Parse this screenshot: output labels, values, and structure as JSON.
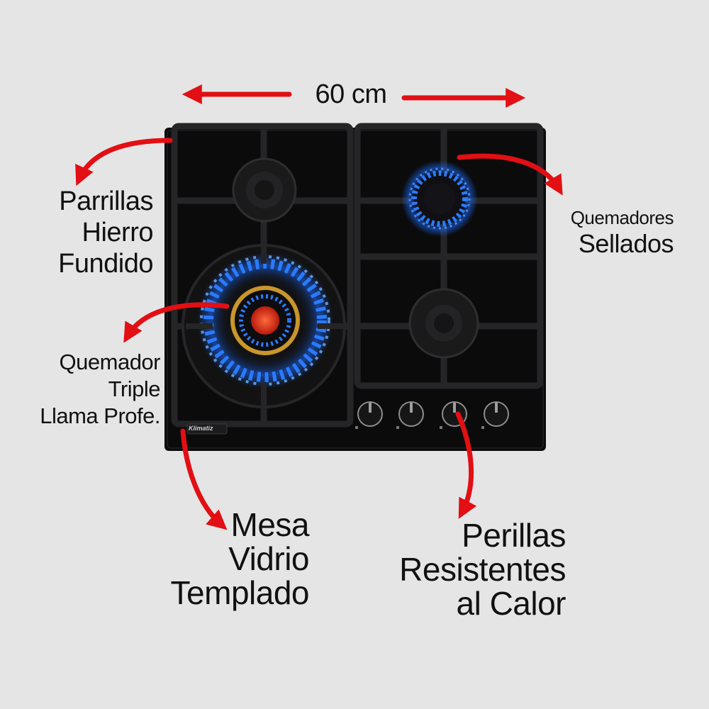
{
  "dimension": {
    "label": "60 cm"
  },
  "callouts": {
    "parrillas": {
      "lines": [
        "Parrillas",
        "Hierro",
        "Fundido"
      ]
    },
    "quemadores_sellados": {
      "lines": [
        "Quemadores",
        "Sellados"
      ]
    },
    "quemador_triple": {
      "lines": [
        "Quemador",
        "Triple",
        "Llama Profe."
      ]
    },
    "mesa": {
      "lines": [
        "Mesa",
        "Vidrio",
        "Templado"
      ]
    },
    "perillas": {
      "lines": [
        "Perillas",
        "Resistentes",
        "al Calor"
      ]
    }
  },
  "product": {
    "brand": "Klimatiz",
    "burners": 4,
    "knobs": 4
  },
  "colors": {
    "background": "#e5e5e5",
    "arrow": "#e20f14",
    "glass": "#0b0b0c",
    "grate": "#1c1c1e",
    "flame": "#2a7bff",
    "brass": "#c9962c"
  }
}
